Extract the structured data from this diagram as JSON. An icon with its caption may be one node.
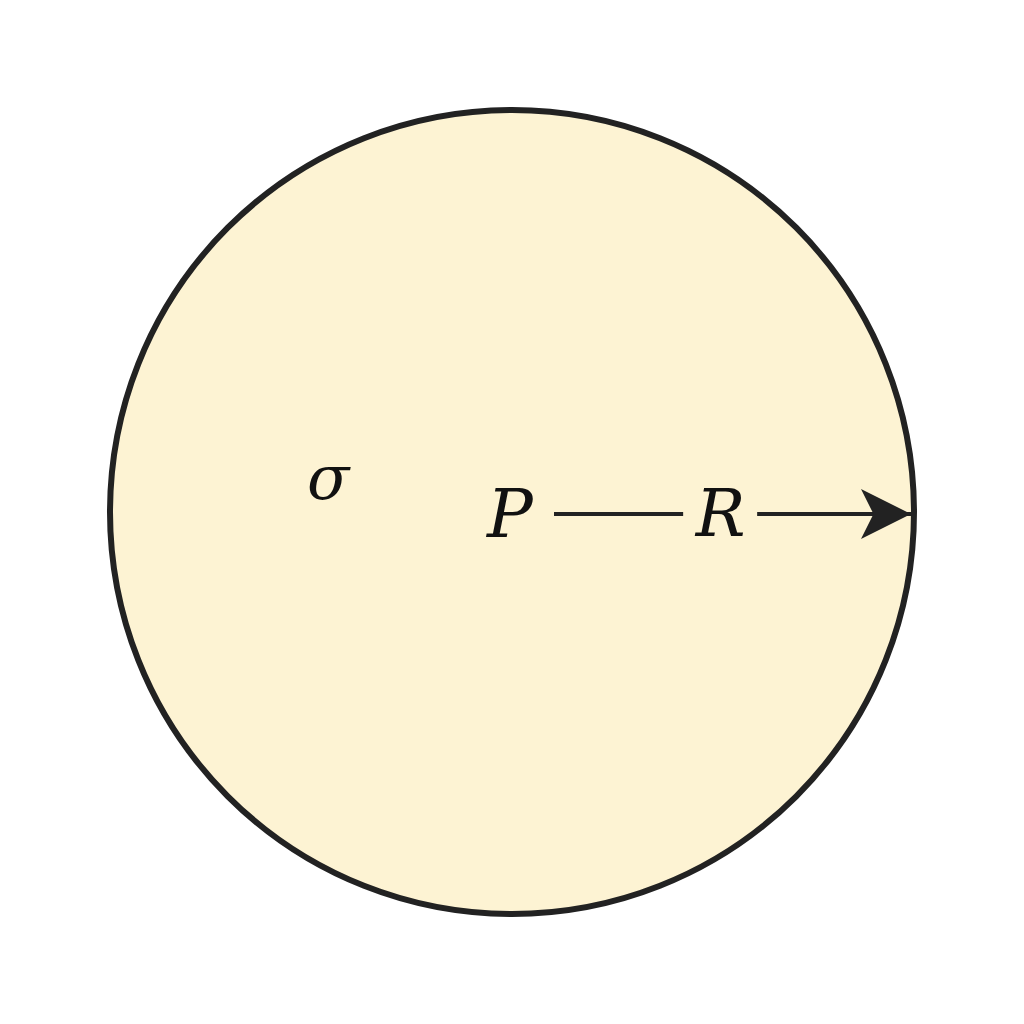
{
  "diagram": {
    "nodes": [
      {
        "text": [
          "σ"
        ]
      },
      {
        "text": [
          "P"
        ],
        "in": 0
      }
    ],
    "edges": [
      {
        "from": 1,
        "to": 0,
        "arrow": "to",
        "label": "R"
      }
    ]
  }
}
